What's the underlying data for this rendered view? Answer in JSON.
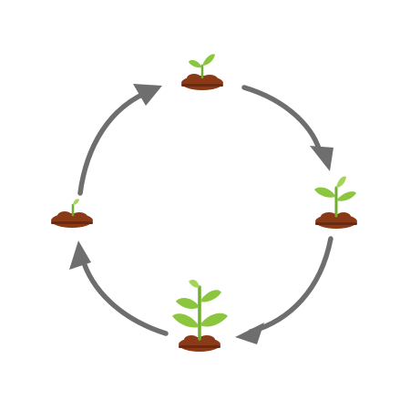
{
  "diagram": {
    "type": "cycle",
    "direction": "clockwise",
    "stages": [
      {
        "id": "stage-1",
        "icon": "small-sprout-icon"
      },
      {
        "id": "stage-2",
        "icon": "growing-seedling-icon"
      },
      {
        "id": "stage-3",
        "icon": "large-seedling-icon"
      },
      {
        "id": "stage-4",
        "icon": "tiny-sprout-icon"
      }
    ],
    "arrows": [
      {
        "from": "stage-1",
        "to": "stage-2"
      },
      {
        "from": "stage-2",
        "to": "stage-3"
      },
      {
        "from": "stage-3",
        "to": "stage-4"
      },
      {
        "from": "stage-4",
        "to": "stage-1"
      }
    ]
  },
  "colors": {
    "background": "#ffffff",
    "arrow": "#6e6e6e",
    "soil": "#8b3a17",
    "soil_dark": "#6a2a10",
    "leaf": "#8cc63f",
    "leaf_light": "#a6d45a",
    "stem": "#6fae2e"
  }
}
